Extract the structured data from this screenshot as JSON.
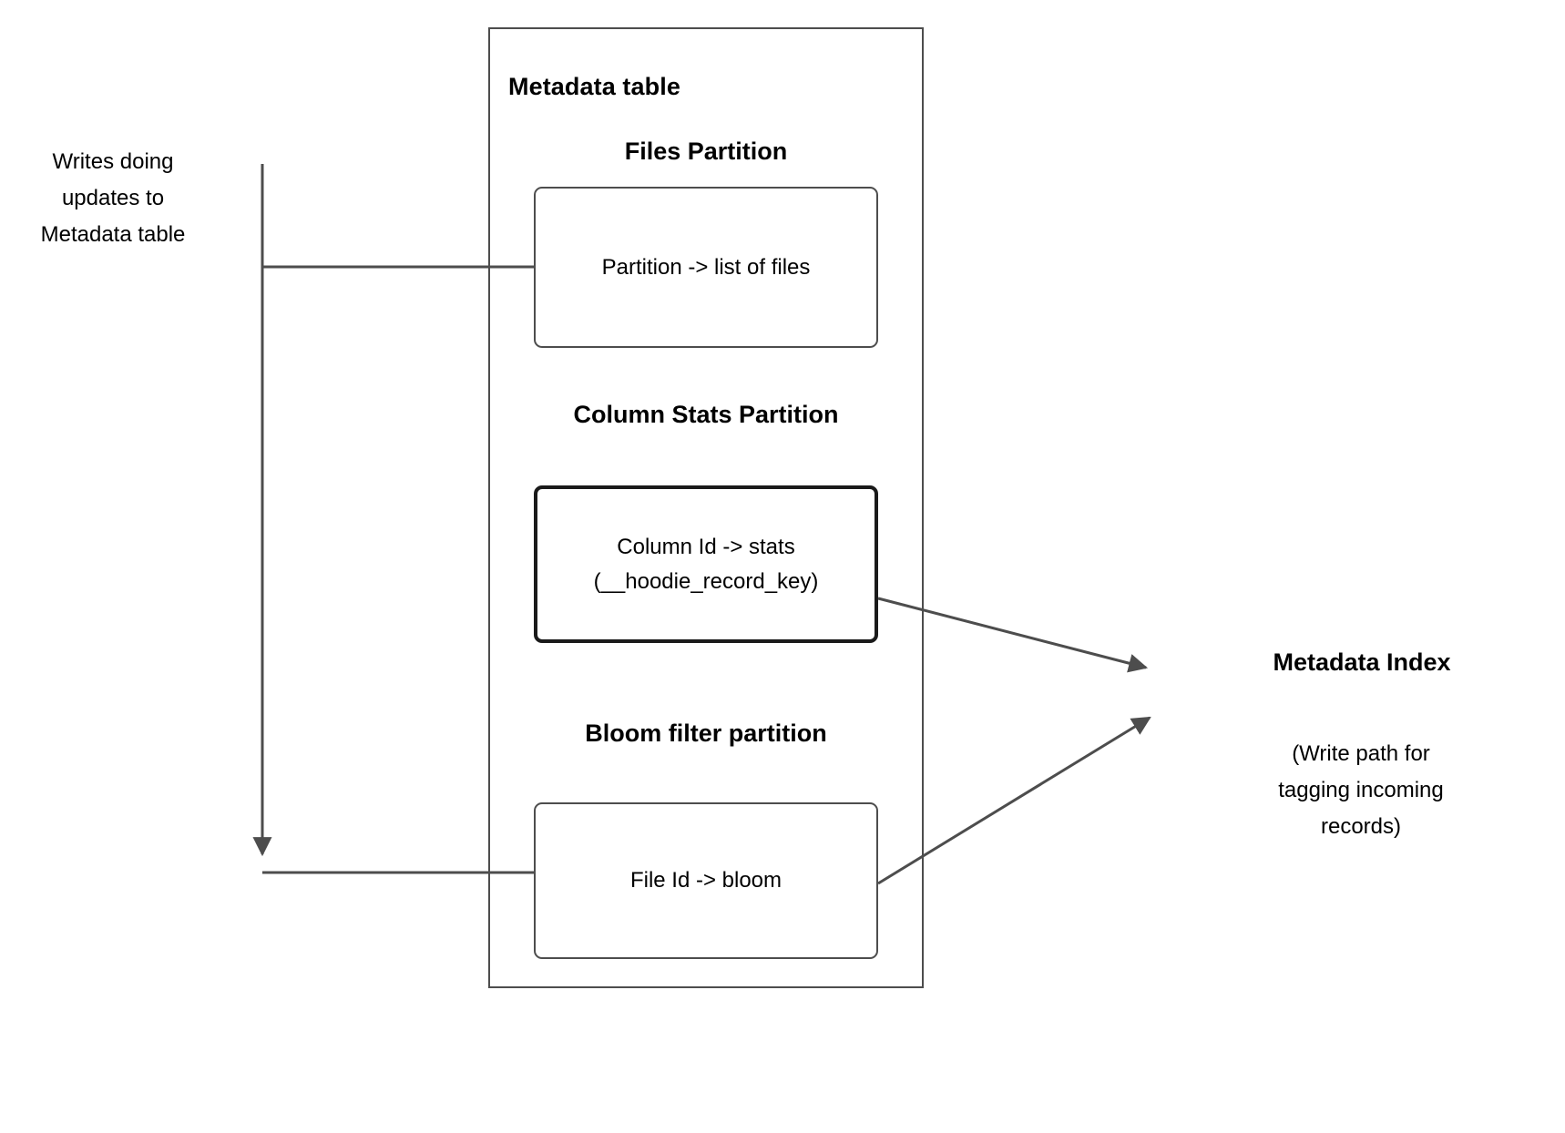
{
  "diagram": {
    "title": "Metadata table",
    "left_caption": "Writes doing\nupdates to\nMetadata table",
    "container_border_color": "#4d4d4d",
    "connector_color": "#4d4d4d",
    "partitions": [
      {
        "heading": "Files Partition",
        "box_label": "Partition -> list of files",
        "emphasis": "normal"
      },
      {
        "heading": "Column Stats\nPartition",
        "box_label": "Column Id  -> stats\n(__hoodie_record_key)",
        "emphasis": "strong"
      },
      {
        "heading": "Bloom filter\npartition",
        "box_label": "File Id -> bloom",
        "emphasis": "normal"
      }
    ],
    "index": {
      "title": "Metadata Index",
      "caption": "(Write path for\ntagging incoming\nrecords)"
    }
  }
}
